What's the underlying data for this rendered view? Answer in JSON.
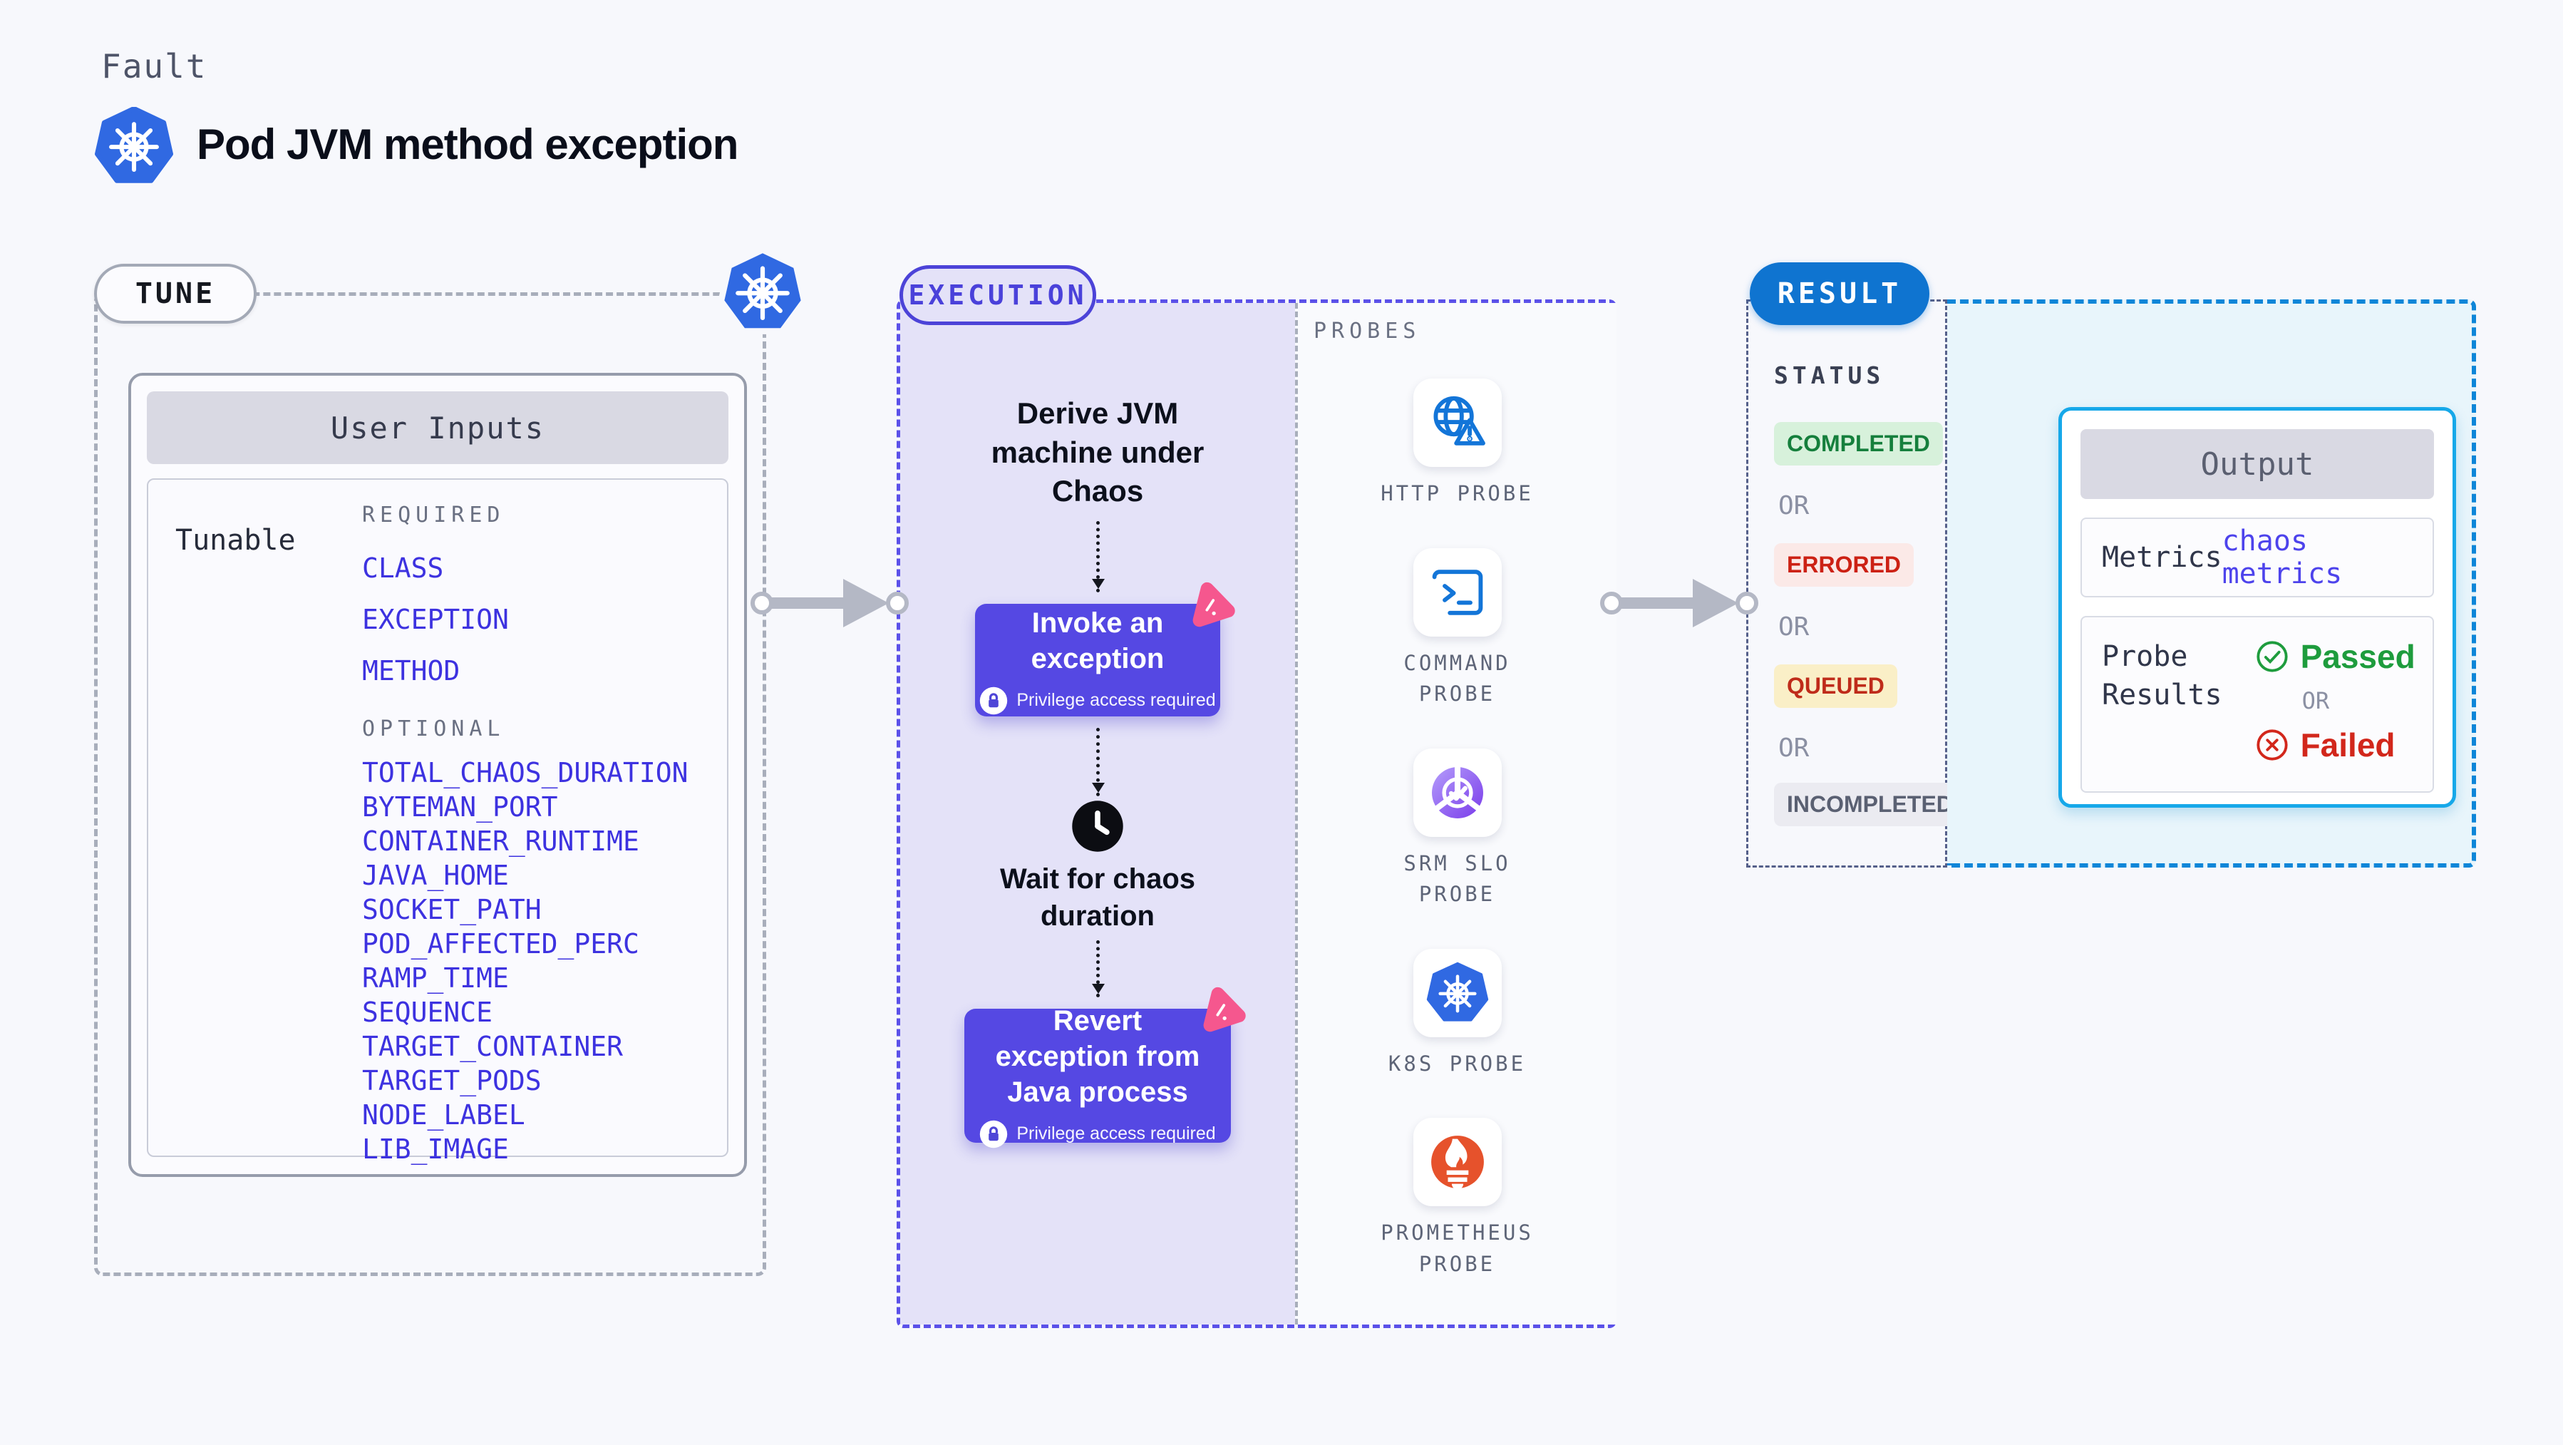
{
  "page": {
    "eyebrow": "Fault",
    "title": "Pod JVM method exception"
  },
  "tune": {
    "badge": "TUNE",
    "card_title": "User Inputs",
    "row_label": "Tunable",
    "required_label": "REQUIRED",
    "optional_label": "OPTIONAL",
    "required": [
      "CLASS",
      "EXCEPTION",
      "METHOD"
    ],
    "optional": [
      "TOTAL_CHAOS_DURATION",
      "BYTEMAN_PORT",
      "CONTAINER_RUNTIME",
      "JAVA_HOME",
      "SOCKET_PATH",
      "POD_AFFECTED_PERC",
      "RAMP_TIME",
      "SEQUENCE",
      "TARGET_CONTAINER",
      "TARGET_PODS",
      "NODE_LABEL",
      "LIB_IMAGE"
    ]
  },
  "execution": {
    "badge": "EXECUTION",
    "derive": "Derive JVM machine under Chaos",
    "invoke": "Invoke an exception",
    "wait": "Wait for chaos duration",
    "revert": "Revert exception from Java process",
    "privilege": "Privilege access required"
  },
  "probes": {
    "label": "PROBES",
    "items": [
      {
        "name": "HTTP PROBE",
        "icon": "http-probe-icon"
      },
      {
        "name": "COMMAND PROBE",
        "icon": "command-probe-icon"
      },
      {
        "name": "SRM SLO PROBE",
        "icon": "srm-slo-probe-icon"
      },
      {
        "name": "K8S PROBE",
        "icon": "k8s-probe-icon"
      },
      {
        "name": "PROMETHEUS PROBE",
        "icon": "prometheus-probe-icon"
      }
    ]
  },
  "result": {
    "badge": "RESULT",
    "status_label": "STATUS",
    "or": "OR",
    "statuses": [
      {
        "label": "COMPLETED",
        "fg": "#157F3C",
        "bg": "#D7F1DB"
      },
      {
        "label": "ERRORED",
        "fg": "#CC2114",
        "bg": "#FBE9E7"
      },
      {
        "label": "QUEUED",
        "fg": "#BF2B1A",
        "bg": "#FAEFC7"
      },
      {
        "label": "INCOMPLETED",
        "fg": "#5A6072",
        "bg": "#EBEBF1"
      }
    ],
    "output": {
      "title": "Output",
      "metrics_label": "Metrics",
      "metrics_value": "chaos metrics",
      "probe_results_label": "Probe Results",
      "passed_label": "Passed",
      "failed_label": "Failed"
    }
  },
  "colors": {
    "accent_indigo": "#5548E3",
    "lavender_panel": "#E4E2F8",
    "tunable_link_blue": "#3D32E0",
    "kubernetes_blue": "#3069E2",
    "probe_icon_blue": "#1375D8",
    "result_blue": "#0F74D0",
    "cyan_border": "#16A8E9",
    "cyan_panel": "#E8F5FB",
    "pink_badge": "#F5578E",
    "prometheus_orange": "#E6522C",
    "srm_purple": "#7A3BEA",
    "passed_green": "#1E9C3D",
    "failed_red": "#D2271B"
  }
}
